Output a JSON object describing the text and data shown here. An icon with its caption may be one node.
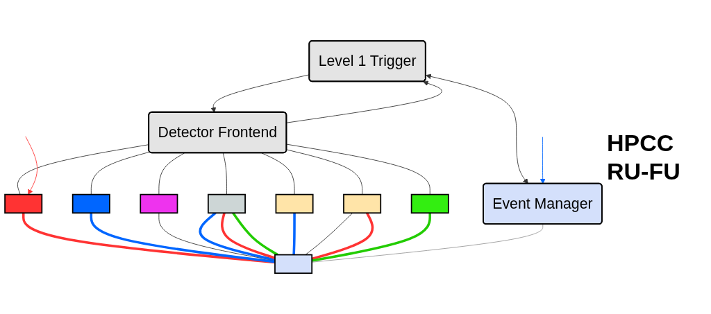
{
  "diagram": {
    "nodes": [
      {
        "text": [
          "Level 1 Trigger"
        ]
      },
      {
        "text": [
          "Detector Frontend"
        ]
      },
      {
        "text": [],
        "shape": "box"
      },
      {
        "text": [],
        "shape": "box"
      },
      {
        "text": [],
        "shape": "box"
      },
      {
        "text": [],
        "shape": "box"
      },
      {
        "text": [],
        "shape": "box"
      },
      {
        "text": [],
        "shape": "box"
      },
      {
        "text": [],
        "shape": "box"
      },
      {
        "text": [
          "Event Manager"
        ]
      },
      {
        "text": [],
        "shape": "box"
      }
    ],
    "edges": [
      {
        "from": 1,
        "to": 0,
        "arrow": "to"
      },
      {
        "from": 0,
        "to": 1,
        "arrow": "to"
      },
      {
        "from": 1,
        "to": 2,
        "arrow": "none"
      },
      {
        "from": 1,
        "to": 3,
        "arrow": "none"
      },
      {
        "from": 1,
        "to": 4,
        "arrow": "none"
      },
      {
        "from": 1,
        "to": 5,
        "arrow": "none"
      },
      {
        "from": 1,
        "to": 6,
        "arrow": "none"
      },
      {
        "from": 1,
        "to": 7,
        "arrow": "none"
      },
      {
        "from": 1,
        "to": 8,
        "arrow": "none"
      },
      {
        "from": 0,
        "to": 9,
        "arrow": "both"
      },
      {
        "from": null,
        "to": 2,
        "arrow": "to",
        "color": "#ff3333"
      },
      {
        "from": null,
        "to": 9,
        "arrow": "to",
        "color": "#0066ff"
      },
      {
        "from": 2,
        "to": 10,
        "arrow": "none",
        "style": "thick",
        "color": "#ff3333"
      },
      {
        "from": 3,
        "to": 10,
        "arrow": "none",
        "style": "thick",
        "color": "#0066ff"
      },
      {
        "from": 4,
        "to": 10,
        "arrow": "none"
      },
      {
        "from": 5,
        "to": 10,
        "arrow": "none",
        "style": "thick",
        "color": "#0066ff"
      },
      {
        "from": 5,
        "to": 10,
        "arrow": "none",
        "style": "thick",
        "color": "#ff3333"
      },
      {
        "from": 5,
        "to": 10,
        "arrow": "none",
        "style": "thick",
        "color": "#22cc00"
      },
      {
        "from": 6,
        "to": 10,
        "arrow": "none",
        "style": "thick",
        "color": "#0066ff"
      },
      {
        "from": 7,
        "to": 10,
        "arrow": "none"
      },
      {
        "from": 7,
        "to": 10,
        "arrow": "none",
        "style": "thick",
        "color": "#ff3333"
      },
      {
        "from": 8,
        "to": 10,
        "arrow": "none",
        "style": "thick",
        "color": "#22cc00"
      },
      {
        "from": 9,
        "to": 10,
        "arrow": "none",
        "color": "#999999"
      }
    ],
    "labels": [
      "HPCC RU-FU"
    ]
  }
}
